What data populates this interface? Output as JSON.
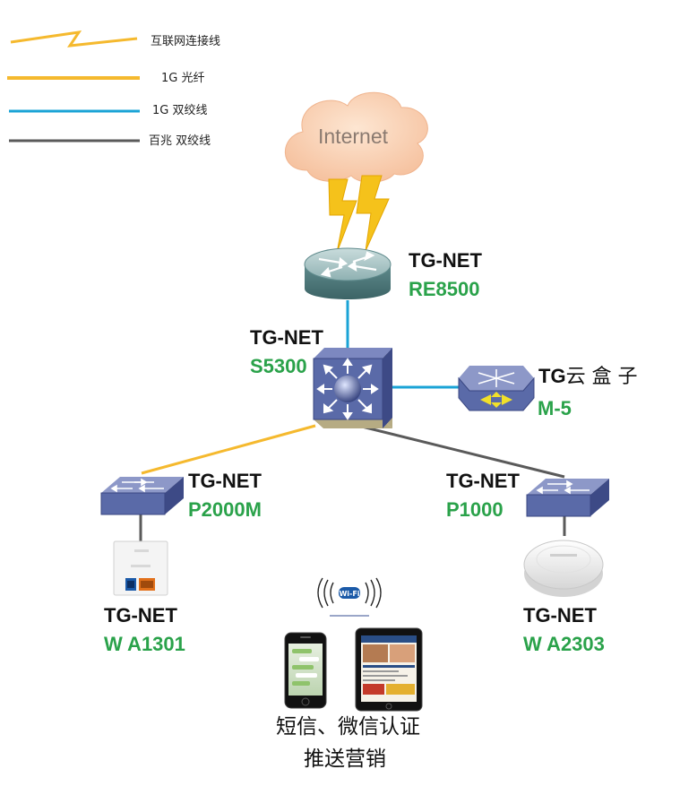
{
  "legend": {
    "internet": "互联网连接线",
    "fiber": "1G  光纤",
    "twisted_1g": "1G  双绞线",
    "twisted_100m": "百兆 双绞线"
  },
  "colors": {
    "fiber": "#f5b92e",
    "twisted_1g": "#1aa3d6",
    "twisted_100m": "#5a5a5a",
    "model_text": "#2aa24a",
    "device_blue": "#5a6aa8"
  },
  "internet": {
    "label": "Internet"
  },
  "router": {
    "brand": "TG-NET",
    "model": "RE8500"
  },
  "core_switch": {
    "brand": "TG-NET",
    "model": "S5300"
  },
  "cloud_box": {
    "brand": "TG",
    "suffix": "云 盒 子",
    "model": "M-5"
  },
  "switch_left": {
    "brand": "TG-NET",
    "model": "P2000M"
  },
  "switch_right": {
    "brand": "TG-NET",
    "model": "P1000"
  },
  "ap_left": {
    "brand": "TG-NET",
    "model": "W A1301"
  },
  "ap_right": {
    "brand": "TG-NET",
    "model": "W A2303"
  },
  "clients": {
    "caption_line1": "短信、微信认证",
    "caption_line2": "推送营销"
  }
}
